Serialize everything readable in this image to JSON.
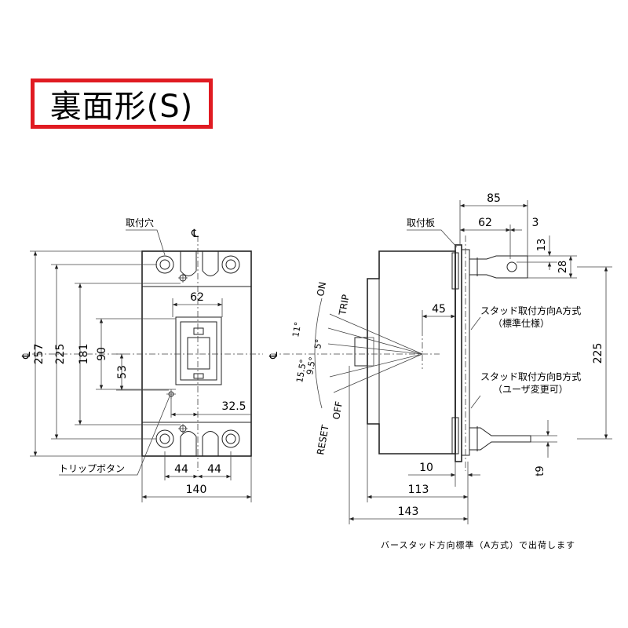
{
  "title": "裏面形(S)",
  "colors": {
    "title_border": "#e01b22",
    "line": "#222222"
  },
  "front_view": {
    "centerline_symbol": "℄",
    "mount_hole_label": "取付穴",
    "trip_button_label": "トリップボタン",
    "dims": {
      "height_total": "257",
      "height_225": "225",
      "height_181": "181",
      "height_90": "90",
      "height_53": "53",
      "width_62": "62",
      "offset_32_5": "32.5",
      "pitch_44_left": "44",
      "pitch_44_right": "44",
      "width_140": "140"
    }
  },
  "side_view": {
    "centerline_symbol": "℄",
    "mount_plate_label": "取付板",
    "stud_a_line1": "スタッド取付方向A方式",
    "stud_a_line2": "（標準仕様）",
    "stud_b_line1": "スタッド取付方向B方式",
    "stud_b_line2": "（ユーザ変更可）",
    "handle": {
      "on": "ON",
      "trip": "TRIP",
      "off": "OFF",
      "reset": "RESET",
      "angle_11": "11°",
      "angle_5": "5°",
      "angle_9_5": "9.5°",
      "angle_15_5": "15.5°"
    },
    "dims": {
      "d85": "85",
      "d62": "62",
      "d3": "3",
      "d13": "13",
      "d28": "28",
      "d45": "45",
      "d225": "225",
      "d10": "10",
      "d113": "113",
      "d143": "143",
      "t9": "t9"
    }
  },
  "footnote": "バースタッド方向標準（A方式）で出荷します"
}
